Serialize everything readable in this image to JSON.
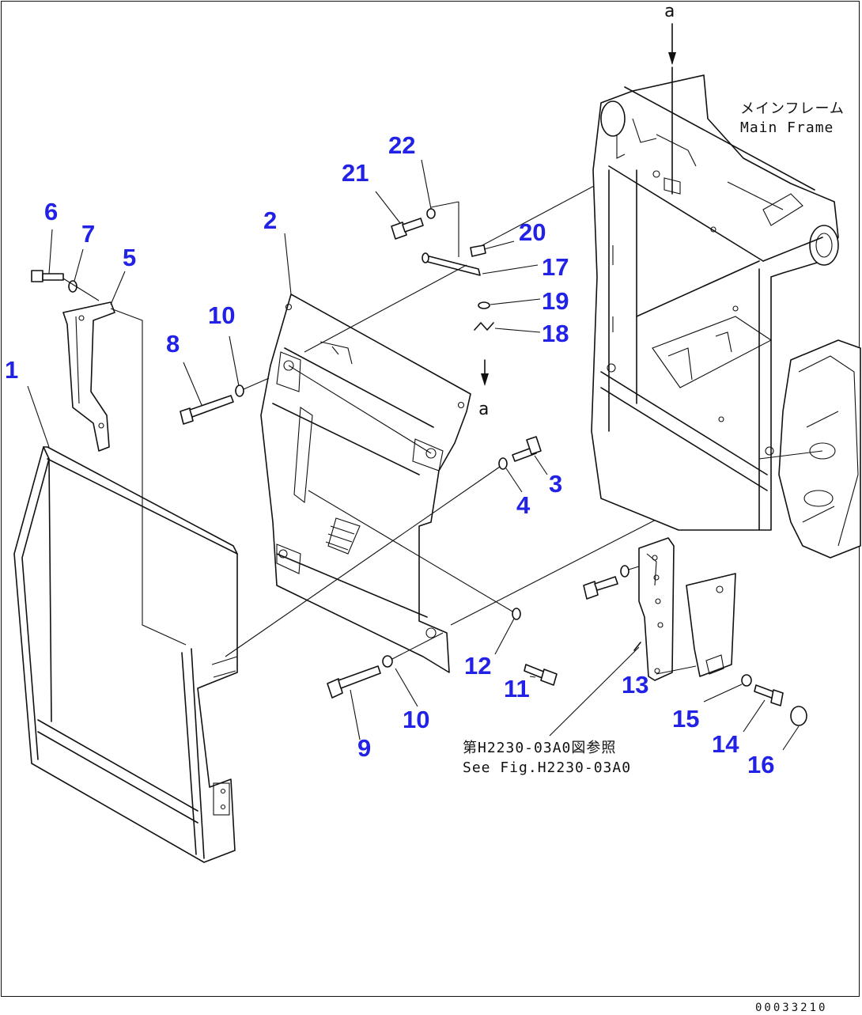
{
  "callouts": {
    "c1": "1",
    "c2": "2",
    "c3": "3",
    "c4": "4",
    "c5": "5",
    "c6": "6",
    "c7": "7",
    "c8": "8",
    "c9": "9",
    "c10a": "10",
    "c10b": "10",
    "c11": "11",
    "c12": "12",
    "c13": "13",
    "c14": "14",
    "c15": "15",
    "c16": "16",
    "c17": "17",
    "c18": "18",
    "c19": "19",
    "c20": "20",
    "c21": "21",
    "c22": "22"
  },
  "notes": {
    "main_frame_jp": "メインフレーム",
    "main_frame_en": "Main Frame",
    "ref_jp": "第H2230-03A0図参照",
    "ref_en": "See Fig.H2230-03A0",
    "arrow_ref_top": "a",
    "arrow_ref_mid": "a"
  },
  "drawing_code": "00033210",
  "colors": {
    "callout": "#2222e6",
    "line": "#111111"
  }
}
